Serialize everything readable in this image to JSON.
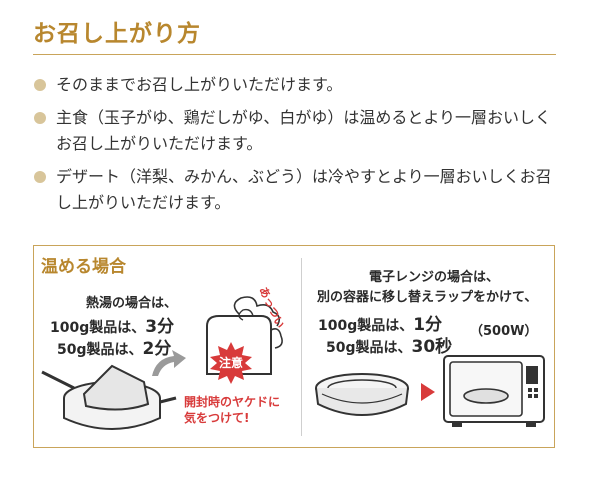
{
  "header": {
    "title": "お召し上がり方"
  },
  "bullets": [
    {
      "text": "そのままでお召し上がりいただけます。"
    },
    {
      "text": "主食（玉子がゆ、鶏だしがゆ、白がゆ）は温めるとより一層おいしくお召し上がりいただけます。"
    },
    {
      "text": "デザート（洋梨、みかん、ぶどう）は冷やすとより一層おいしくお召し上がりいただけます。"
    }
  ],
  "heating": {
    "title": "温める場合",
    "hot_water": {
      "line1": "熱湯の場合は、",
      "line2_prefix": "100g製品は、",
      "line2_value": "3分",
      "line3_prefix": "50g製品は、",
      "line3_value": "2分"
    },
    "exclaim": "あっつい",
    "caution_label": "注意",
    "warning_line1": "開封時のヤケドに",
    "warning_line2": "気をつけて!",
    "microwave": {
      "line1": "電子レンジの場合は、",
      "line2": "別の容器に移し替えラップをかけて、",
      "line3_prefix": "100g製品は、",
      "line3_value": "1分",
      "line4_prefix": "50g製品は、",
      "line4_value": "30秒",
      "wattage": "（500W）"
    }
  },
  "colors": {
    "title": "#b8872e",
    "rule": "#c9a45a",
    "bullet_dot": "#d8c59a",
    "warning": "#d83a3a"
  },
  "icons": [
    "pot-icon",
    "pouch-icon",
    "caution-burst-icon",
    "arrow-right-icon",
    "covered-dish-icon",
    "microwave-icon"
  ]
}
